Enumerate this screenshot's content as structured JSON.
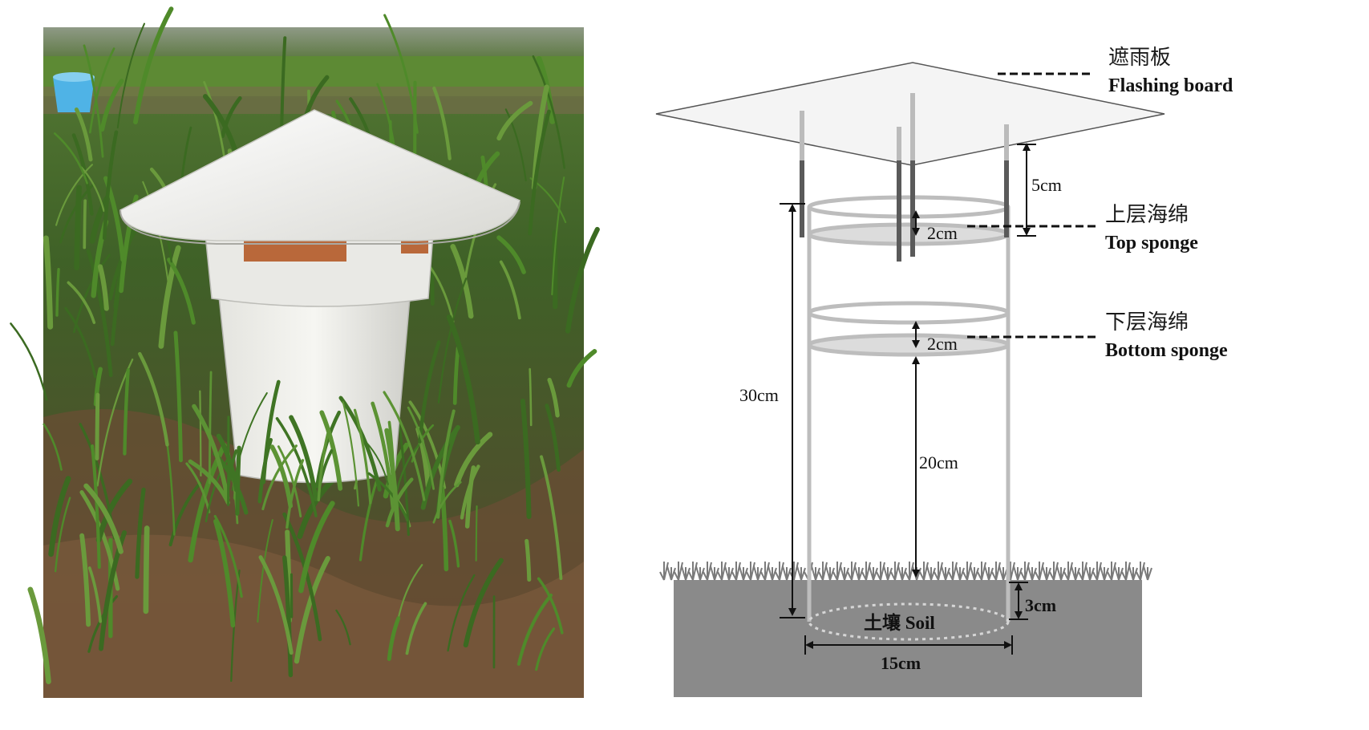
{
  "photo": {
    "description_icon": "soil-sampler-photo"
  },
  "diagram": {
    "flashing_board": {
      "cn": "遮雨板",
      "en": "Flashing board"
    },
    "top_sponge": {
      "cn": "上层海绵",
      "en": "Top sponge"
    },
    "bottom_sponge": {
      "cn": "下层海绵",
      "en": "Bottom sponge"
    },
    "soil": {
      "label": "土壤 Soil"
    },
    "dimensions": {
      "rod_gap": "5cm",
      "top_sponge_thickness": "2cm",
      "bottom_sponge_thickness": "2cm",
      "total_height": "30cm",
      "lower_gap": "20cm",
      "depth": "3cm",
      "diameter": "15cm"
    }
  },
  "colors": {
    "soil": "#8a8a8a",
    "tube": "#bdbdbd",
    "grass_photo": "#4a6b2e",
    "cap": "#f2f2ef"
  }
}
